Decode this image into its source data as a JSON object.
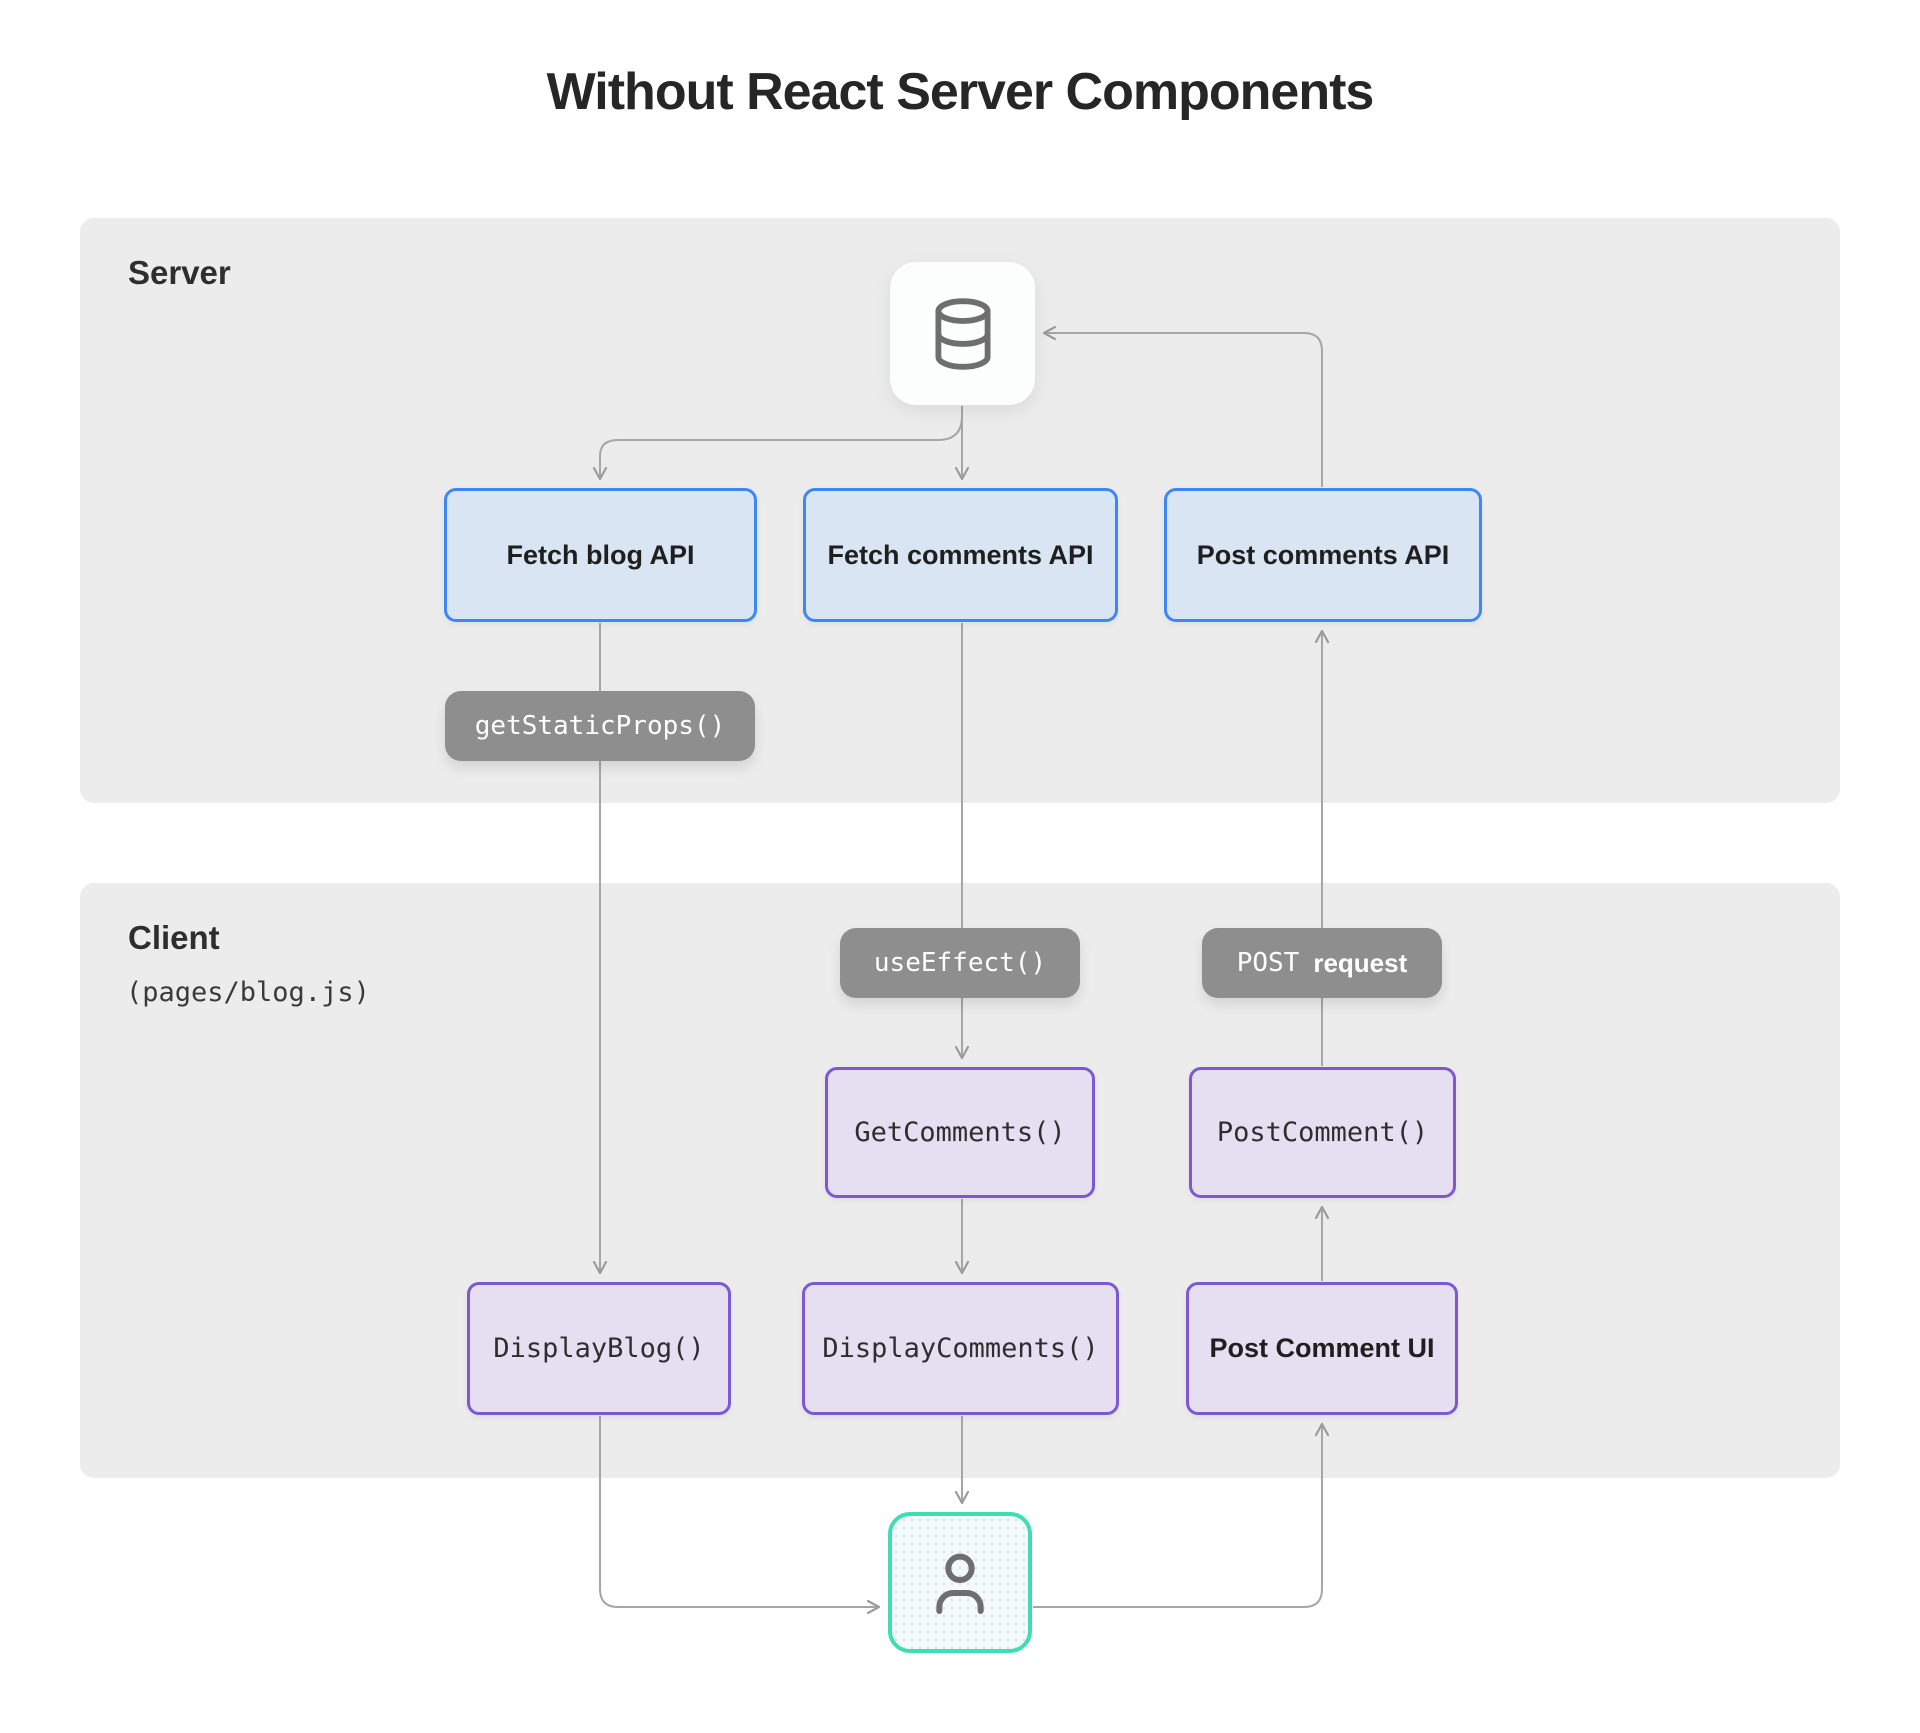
{
  "title": "Without React Server Components",
  "server": {
    "label": "Server",
    "database_icon": "database-icon",
    "nodes": {
      "fetch_blog": "Fetch blog API",
      "fetch_comments": "Fetch comments API",
      "post_comments": "Post comments API"
    },
    "pill_get_static_props": "getStaticProps()"
  },
  "client": {
    "label": "Client",
    "sublabel": "(pages/blog.js)",
    "pill_use_effect": "useEffect()",
    "pill_post": "POST",
    "pill_post_suffix": "request",
    "nodes": {
      "get_comments": "GetComments()",
      "post_comment": "PostComment()",
      "display_blog": "DisplayBlog()",
      "display_comments": "DisplayComments()",
      "post_comment_ui": "Post Comment UI"
    }
  },
  "user_icon": "user-icon",
  "edges": [
    {
      "from": "database",
      "to": "fetch_blog_api"
    },
    {
      "from": "database",
      "to": "fetch_comments_api"
    },
    {
      "from": "fetch_blog_api",
      "to": "display_blog",
      "via": "getStaticProps()"
    },
    {
      "from": "fetch_comments_api",
      "to": "get_comments",
      "via": "useEffect()"
    },
    {
      "from": "get_comments",
      "to": "display_comments"
    },
    {
      "from": "display_comments",
      "to": "user"
    },
    {
      "from": "display_blog",
      "to": "user"
    },
    {
      "from": "user",
      "to": "post_comment_ui"
    },
    {
      "from": "post_comment_ui",
      "to": "post_comment"
    },
    {
      "from": "post_comment",
      "to": "post_comments_api",
      "via": "POST request"
    },
    {
      "from": "post_comments_api",
      "to": "database"
    }
  ],
  "colors": {
    "section_bg": "#ececec",
    "blue_border": "#3d87f5",
    "blue_fill": "#d9e5f2",
    "purple_border": "#7e57d2",
    "purple_fill": "#e6dff2",
    "pill_bg": "#8e8e8e",
    "teal_border": "#3fdcb5",
    "arrow": "#a6a6a6",
    "icon_stroke": "#6e6e6e"
  }
}
